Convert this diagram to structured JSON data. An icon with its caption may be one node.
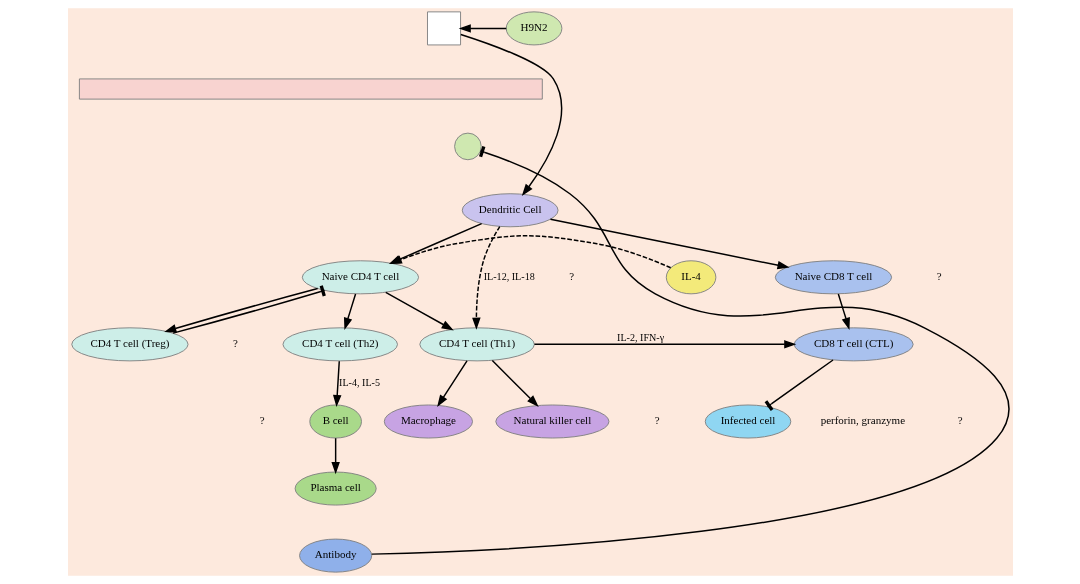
{
  "diagram": {
    "nodes": [
      {
        "text": [],
        "shape": "box"
      },
      {
        "text": [
          "H9N2"
        ]
      },
      {
        "text": [],
        "shape": "band"
      },
      {
        "text": [],
        "shape": "circle"
      },
      {
        "text": [
          "Dendritic Cell"
        ]
      },
      {
        "text": [
          "Naive CD8 T cell"
        ]
      },
      {
        "text": [
          "IL-4"
        ]
      },
      {
        "text": [
          "Naive CD4 T cell"
        ]
      },
      {
        "text": [
          "CD8 T cell (CTL)"
        ]
      },
      {
        "text": [
          "CD4 T cell (Th1)"
        ]
      },
      {
        "text": [
          "CD4 T cell (Th2)"
        ]
      },
      {
        "text": [
          "Antibody"
        ]
      },
      {
        "text": [
          "Plasma cell"
        ]
      },
      {
        "text": [
          "CD4 T cell (Treg)"
        ]
      },
      {
        "text": [
          "B cell"
        ]
      },
      {
        "text": [
          "Infected cell"
        ]
      },
      {
        "text": [
          "Macrophage"
        ]
      },
      {
        "text": [
          "Natural killer cell"
        ]
      }
    ],
    "edges": [
      {
        "from": 1,
        "to": 0,
        "arrow": "to"
      },
      {
        "from": 0,
        "to": 4,
        "arrow": "to"
      },
      {
        "from": 11,
        "to": 3,
        "arrow": "other"
      },
      {
        "from": 4,
        "to": 5,
        "arrow": "to"
      },
      {
        "from": 4,
        "to": 9,
        "arrow": "to",
        "style": "dashed",
        "label": "IL-12, IL-18"
      },
      {
        "from": 4,
        "to": 7,
        "arrow": "to"
      },
      {
        "from": 6,
        "to": 7,
        "arrow": "to",
        "style": "dashed"
      },
      {
        "from": 5,
        "to": 8,
        "arrow": "to"
      },
      {
        "from": 7,
        "to": 9,
        "arrow": "to"
      },
      {
        "from": 7,
        "to": 13,
        "arrow": "to"
      },
      {
        "from": 13,
        "to": 7,
        "arrow": "other"
      },
      {
        "from": 7,
        "to": 10,
        "arrow": "to"
      },
      {
        "from": 9,
        "to": 8,
        "arrow": "to",
        "label": "IL-2, IFN-γ"
      },
      {
        "from": 8,
        "to": 15,
        "arrow": "other"
      },
      {
        "from": 9,
        "to": 16,
        "arrow": "to"
      },
      {
        "from": 9,
        "to": 17,
        "arrow": "to"
      },
      {
        "from": 10,
        "to": 14,
        "arrow": "to",
        "label": "IL-4, IL-5"
      },
      {
        "from": 14,
        "to": 12,
        "arrow": "to"
      }
    ],
    "labels": [
      "?",
      "?",
      "?",
      "perforin, granzyme",
      "?",
      "?",
      "?"
    ]
  }
}
